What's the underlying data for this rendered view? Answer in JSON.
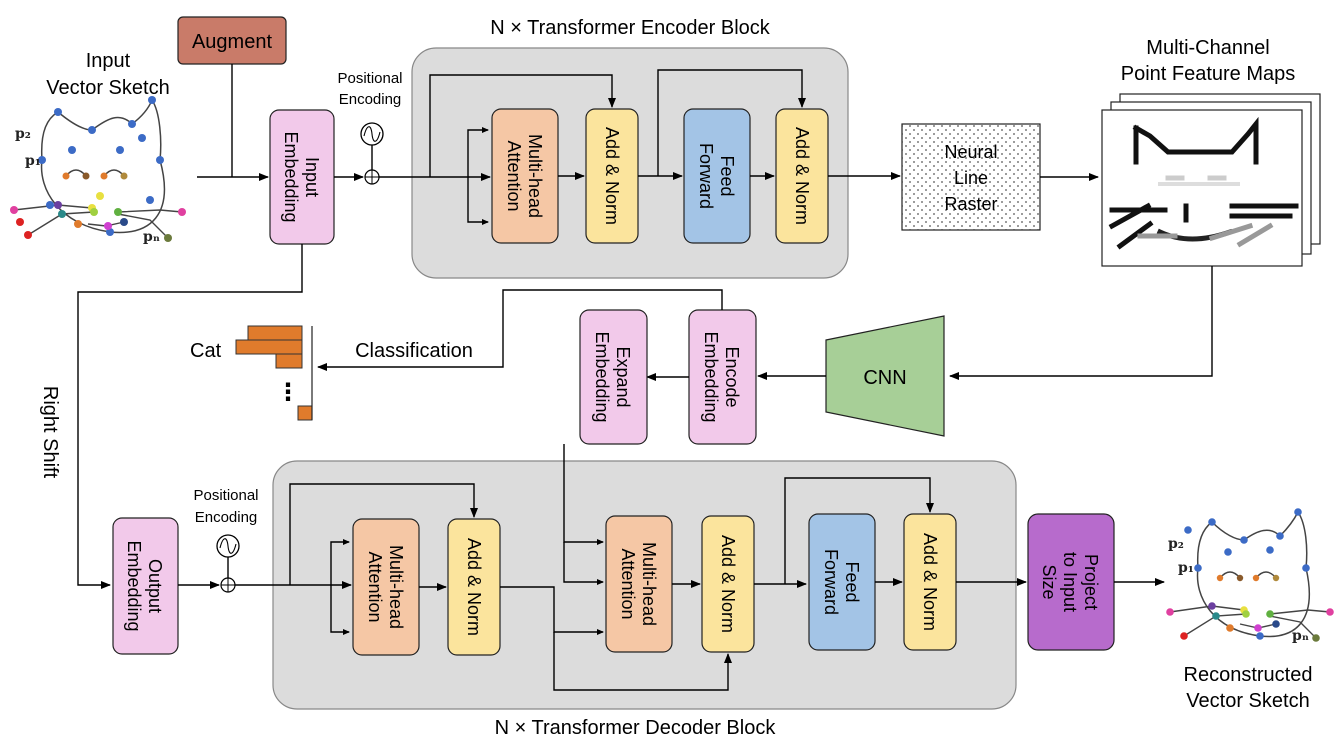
{
  "titles": {
    "encoder_block": "N × Transformer Encoder Block",
    "decoder_block": "N × Transformer Decoder Block"
  },
  "labels": {
    "input_sketch_1": "Input",
    "input_sketch_2": "Vector Sketch",
    "augment": "Augment",
    "positional_encoding_1": "Positional",
    "positional_encoding_2": "Encoding",
    "input_embedding_1": "Input",
    "input_embedding_2": "Embedding",
    "multi_head_attention_1": "Multi-head",
    "multi_head_attention_2": "Attention",
    "add_norm": "Add & Norm",
    "feed_forward_1": "Feed",
    "feed_forward_2": "Forward",
    "neural_line_raster_1": "Neural",
    "neural_line_raster_2": "Line",
    "neural_line_raster_3": "Raster",
    "feature_maps_1": "Multi-Channel",
    "feature_maps_2": "Point Feature Maps",
    "cnn": "CNN",
    "encode_embedding_1": "Encode",
    "encode_embedding_2": "Embedding",
    "expand_embedding_1": "Expand",
    "expand_embedding_2": "Embedding",
    "classification": "Classification",
    "cat": "Cat",
    "ellipsis": "⋮",
    "right_shift": "Right Shift",
    "output_embedding_1": "Output",
    "output_embedding_2": "Embedding",
    "project_1": "Project",
    "project_2": "to Input",
    "project_3": "Size",
    "reconstructed_1": "Reconstructed",
    "reconstructed_2": "Vector Sketch",
    "p2": "p₂",
    "p1": "p₁",
    "pn": "pₙ"
  },
  "colors": {
    "augment": "#c97b69",
    "embedding": "#f2c9ea",
    "attention": "#f5c7a5",
    "add_norm": "#fbe49d",
    "feed_forward": "#a3c4e6",
    "block_bg": "#dcdcdc",
    "cnn": "#a7cf97",
    "project": "#b76bcc",
    "bars": "#e07b2c",
    "sketch_line": "#444444",
    "sketch_node": "#3c6bc6"
  }
}
